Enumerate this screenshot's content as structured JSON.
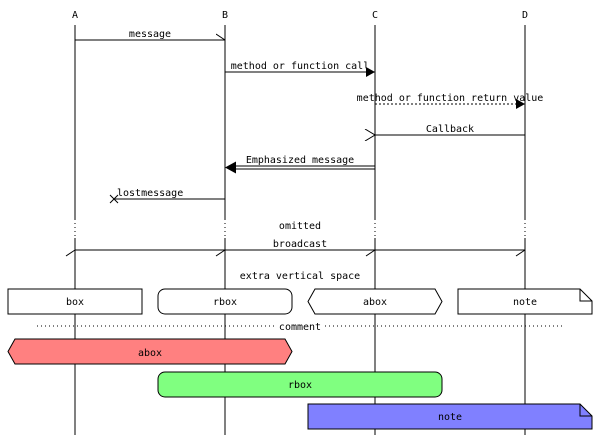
{
  "entities": [
    "A",
    "B",
    "C",
    "D"
  ],
  "messages": {
    "message": "message",
    "method_call": "method or function call",
    "method_return": "method or function return value",
    "callback": "Callback",
    "emphasized": "Emphasized message",
    "lost": "lostmessage",
    "broadcast": "broadcast"
  },
  "separators": {
    "omitted": "omitted",
    "extra_space": "extra vertical space",
    "comment": "comment"
  },
  "boxes": {
    "box": "box",
    "rbox": "rbox",
    "abox": "abox",
    "note": "note",
    "abox_wide": "abox",
    "rbox_wide": "rbox",
    "note_wide": "note"
  },
  "colors": {
    "abox_fill": "#ff8080",
    "rbox_fill": "#80ff80",
    "note_fill": "#8080ff"
  }
}
